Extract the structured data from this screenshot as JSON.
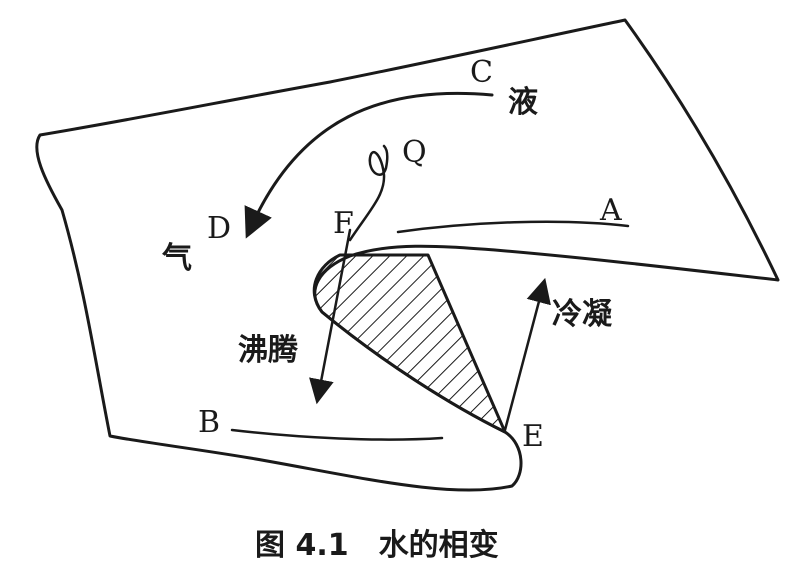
{
  "labels": {
    "point_c": "C",
    "point_q": "Q",
    "point_a": "A",
    "point_d": "D",
    "point_f": "F",
    "point_b": "B",
    "point_e": "E",
    "liquid": "液",
    "gas": "气",
    "boiling": "沸腾",
    "condensation": "冷凝"
  },
  "caption": "图 4.1　水的相变"
}
